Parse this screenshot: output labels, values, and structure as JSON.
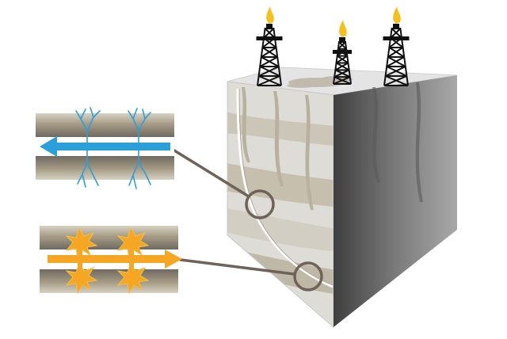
{
  "diagram": {
    "background": "#ffffff",
    "colors": {
      "rock_light": "#dedcd6",
      "rock_mid": "#cbc6b8",
      "rock_dark": "#b8b1a0",
      "block_side": "#5d5d5d",
      "block_side_light": "#8a8a8a",
      "top_face": "#e6e6e6",
      "callout_line": "#6e6259",
      "derrick": "#111111",
      "flame": "#f4c01e",
      "fluid_blue": "#2b9fd8",
      "fluid_orange": "#f5a623",
      "pipe": "#b6ad99",
      "pipe_dark": "#6f6a60"
    },
    "icons": [
      "derrick-icon",
      "flame-icon",
      "blue-arrow-icon",
      "orange-arrow-icon",
      "fracture-icon",
      "burst-icon",
      "magnifier-circle-icon"
    ],
    "derricks": 3,
    "panels": [
      {
        "id": "top-panel",
        "fluid": "blue",
        "fracture_style": "branching"
      },
      {
        "id": "bottom-panel",
        "fluid": "orange",
        "fracture_style": "burst"
      }
    ]
  }
}
